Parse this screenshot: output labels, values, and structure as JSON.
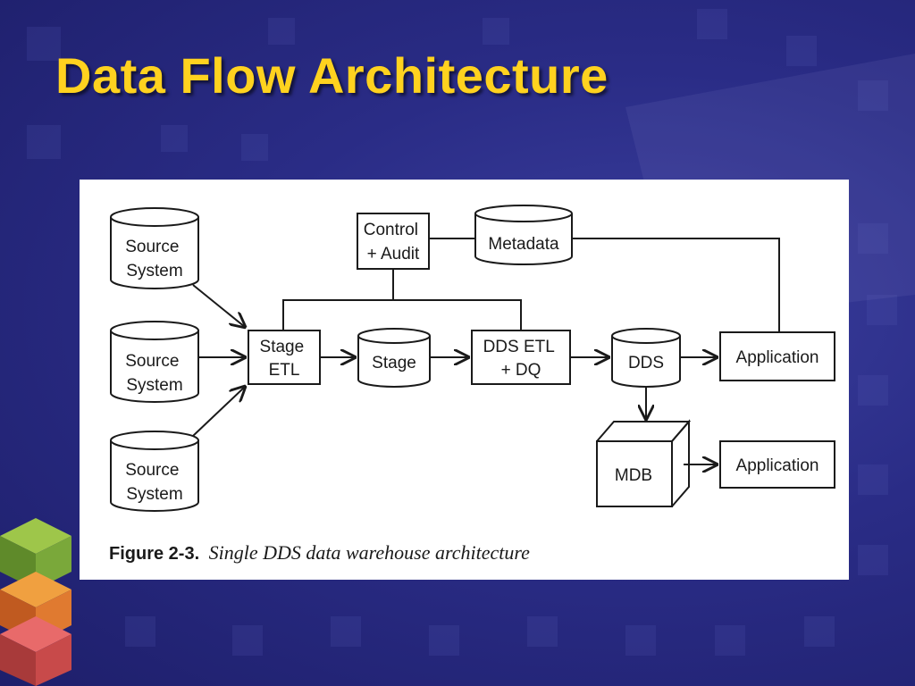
{
  "slide": {
    "title": "Data Flow Architecture"
  },
  "diagram": {
    "nodes": {
      "source1": [
        "Source",
        "System"
      ],
      "source2": [
        "Source",
        "System"
      ],
      "source3": [
        "Source",
        "System"
      ],
      "stage_etl": [
        "Stage",
        "ETL"
      ],
      "stage": [
        "Stage"
      ],
      "dds_etl": [
        "DDS ETL",
        "+ DQ"
      ],
      "dds": [
        "DDS"
      ],
      "control_audit": [
        "Control",
        "+ Audit"
      ],
      "metadata": [
        "Metadata"
      ],
      "application1": [
        "Application"
      ],
      "application2": [
        "Application"
      ],
      "mdb": [
        "MDB"
      ]
    },
    "caption": {
      "label": "Figure 2-3.",
      "text": "Single DDS data warehouse architecture"
    }
  }
}
